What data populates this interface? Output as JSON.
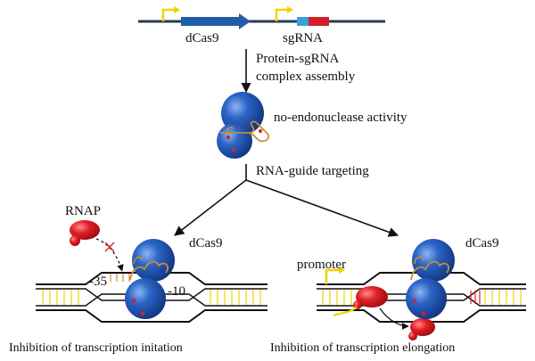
{
  "plasmid": {
    "gene1_label": "dCas9",
    "gene2_label": "sgRNA"
  },
  "step1": {
    "line1": "Protein-sgRNA",
    "line2": "complex assembly"
  },
  "complex_note": "no-endonuclease activity",
  "step2": "RNA-guide targeting",
  "left_panel": {
    "rnap_label": "RNAP",
    "dcas9_label": "dCas9",
    "minus35": "-35",
    "minus10": "-10",
    "caption": "Inhibition of transcription initation"
  },
  "right_panel": {
    "promoter_label": "promoter",
    "dcas9_label": "dCas9",
    "caption": "Inhibition of transcription elongation"
  },
  "colors": {
    "backbone": "#2a3b52",
    "gene": "#1f5fa8",
    "sgrna_spacer": "#3aa0d8",
    "sgrna_scaffold": "#d0202a",
    "promoter": "#f2d200",
    "dcas9": "#1d56b0",
    "rnap": "#d8141c",
    "rna": "#c98a3a"
  }
}
